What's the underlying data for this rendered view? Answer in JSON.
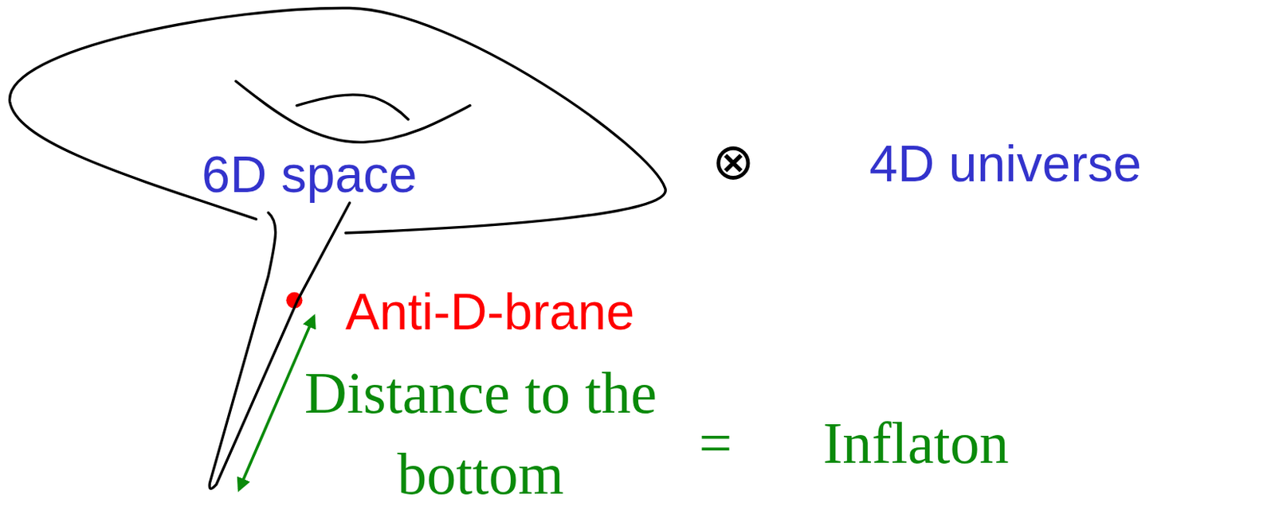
{
  "diagram": {
    "nodes": [
      {
        "text": [
          "6D space"
        ]
      }
    ],
    "labels": [
      "⊗",
      "4D universe",
      "Anti-D-brane",
      "Distance to the bottom",
      "=",
      "Inflaton"
    ]
  }
}
